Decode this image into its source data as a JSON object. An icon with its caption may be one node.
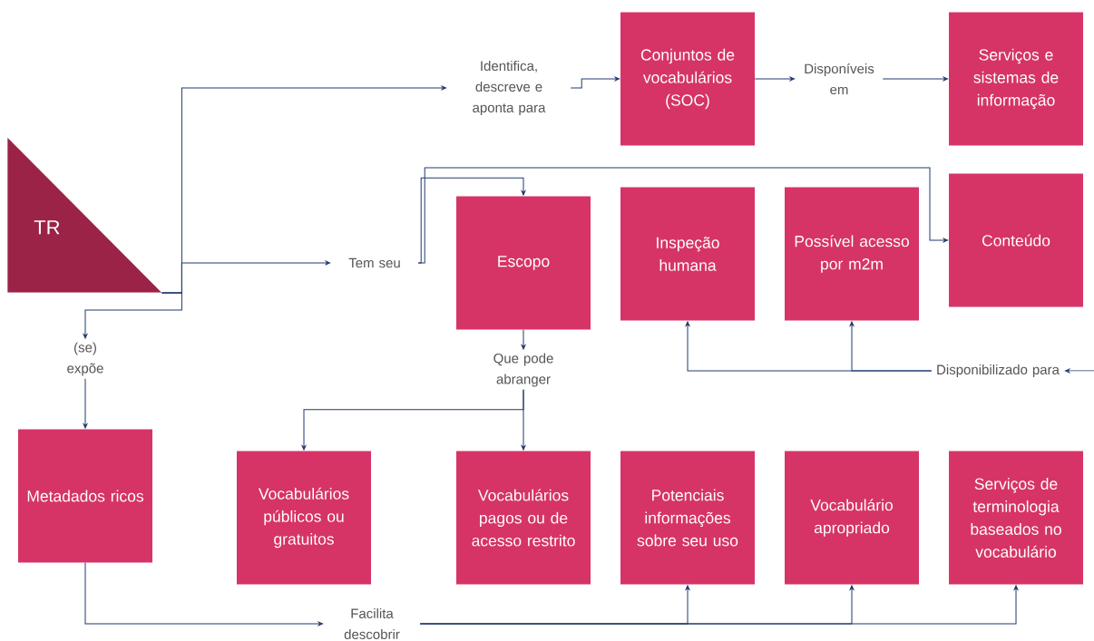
{
  "diagram": {
    "nodes": [
      {
        "text": [
          "TR"
        ]
      },
      {
        "text": [
          "Identifica, descreve e aponta para"
        ]
      },
      {
        "text": [
          "Conjuntos de vocabulários (SOC)"
        ]
      },
      {
        "text": [
          "Disponíveis em"
        ]
      },
      {
        "text": [
          "Serviços e sistemas de informação"
        ]
      },
      {
        "text": [
          "Tem seu"
        ]
      },
      {
        "text": [
          "Escopo"
        ]
      },
      {
        "text": [
          "Inspeção humana"
        ]
      },
      {
        "text": [
          "Possível acesso por m2m"
        ]
      },
      {
        "text": [
          "Conteúdo"
        ]
      },
      {
        "text": [
          "Disponibilizado para"
        ]
      },
      {
        "text": [
          "(se) expõe"
        ]
      },
      {
        "text": [
          "Que pode abranger"
        ]
      },
      {
        "text": [
          "Metadados ricos"
        ]
      },
      {
        "text": [
          "Vocabulários públicos ou gratuitos"
        ]
      },
      {
        "text": [
          "Vocabulários pagos ou de acesso restrito"
        ]
      },
      {
        "text": [
          "Potenciais informações sobre seu uso"
        ]
      },
      {
        "text": [
          "Vocabulário apropriado"
        ]
      },
      {
        "text": [
          "Serviços de terminologia baseados no vocabulário"
        ]
      },
      {
        "text": [
          "Facilita descobrir"
        ]
      }
    ],
    "edges": [
      {
        "from": 0,
        "to": 1,
        "arrow": "to"
      },
      {
        "from": 1,
        "to": 2,
        "arrow": "to"
      },
      {
        "from": 2,
        "to": 3,
        "arrow": "to"
      },
      {
        "from": 3,
        "to": 4,
        "arrow": "to"
      },
      {
        "from": 0,
        "to": 5,
        "arrow": "to"
      },
      {
        "from": 5,
        "to": 6,
        "arrow": "to"
      },
      {
        "from": 5,
        "to": 9,
        "arrow": "to"
      },
      {
        "from": 0,
        "to": 11,
        "arrow": "to"
      },
      {
        "from": 11,
        "to": 13,
        "arrow": "to"
      },
      {
        "from": 6,
        "to": 12,
        "arrow": "to"
      },
      {
        "from": 12,
        "to": 14,
        "arrow": "to"
      },
      {
        "from": 12,
        "to": 15,
        "arrow": "to"
      },
      {
        "from": 10,
        "to": 7,
        "arrow": "to"
      },
      {
        "from": 10,
        "to": 8,
        "arrow": "to"
      },
      {
        "from": null,
        "to": 10,
        "arrow": "to"
      },
      {
        "from": 13,
        "to": 19,
        "arrow": "to"
      },
      {
        "from": 19,
        "to": 16,
        "arrow": "to"
      },
      {
        "from": 19,
        "to": 17,
        "arrow": "to"
      },
      {
        "from": 19,
        "to": 18,
        "arrow": "to"
      }
    ]
  }
}
